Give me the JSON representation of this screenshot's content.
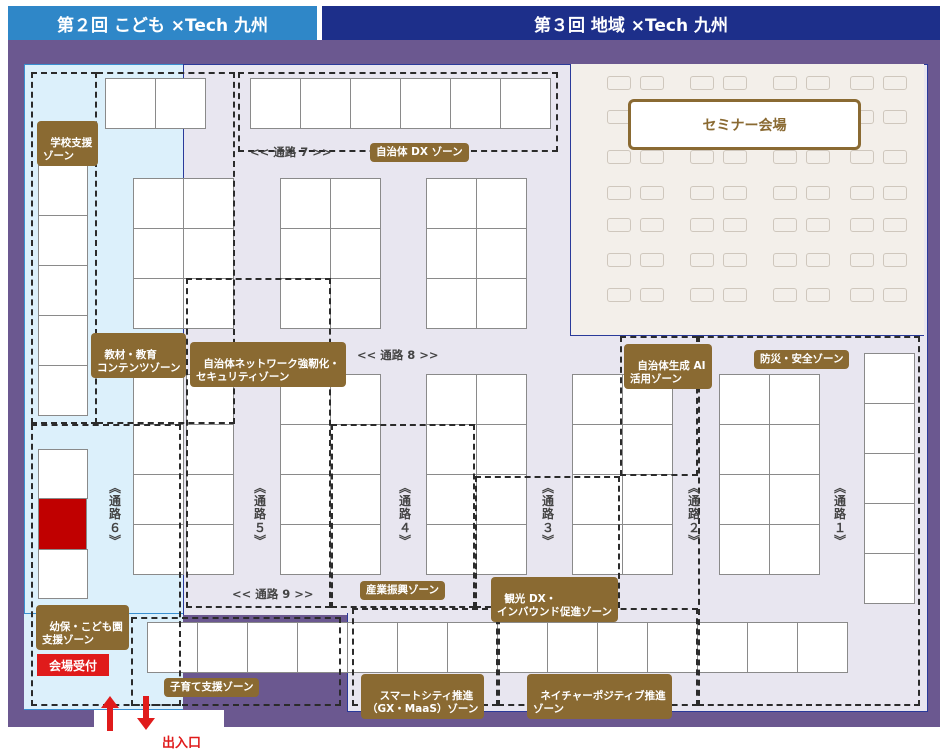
{
  "headers": {
    "event2": "第２回 こども ×Tech 九州",
    "event3": "第３回 地域 ×Tech 九州"
  },
  "seminar": {
    "label": "セミナー会場"
  },
  "zones": {
    "school": "学校支援\nゾーン",
    "materials": "教材・教育\nコンテンツゾーン",
    "dx": "自治体 DX ゾーン",
    "network": "自治体ネットワーク強靭化・\nセキュリティゾーン",
    "ai": "自治体生成 AI\n活用ゾーン",
    "disaster": "防災・安全ゾーン",
    "industry": "産業振興ゾーン",
    "tourism": "観光 DX・\nインバウンド促進ゾーン",
    "smartcity": "スマートシティ推進\n（GX・MaaS）ゾーン",
    "nature": "ネイチャーポジティブ推進\nゾーン",
    "childcare": "子育て支援ゾーン",
    "kinder": "幼保・こども園\n支援ゾーン"
  },
  "aisles": {
    "a7": "<< 通路 7 >>",
    "a8": "<< 通路 8 >>",
    "a9": "<< 通路 9 >>",
    "a6": "通路６",
    "a5": "通路５",
    "a4": "通路４",
    "a3": "通路３",
    "a2": "通路２",
    "a1": "通路１"
  },
  "reception": "会場受付",
  "entrance": "出入口",
  "colors": {
    "header2": "#2f87c8",
    "header3": "#1d2f8a",
    "frame": "#6b5890",
    "kids_area": "#dcf0fb",
    "region_area": "#e8e6f0",
    "seminar_area": "#f3efea",
    "zone_tag": "#8a6a32",
    "reception": "#e01b1b",
    "highlight_booth": "#c00000"
  }
}
